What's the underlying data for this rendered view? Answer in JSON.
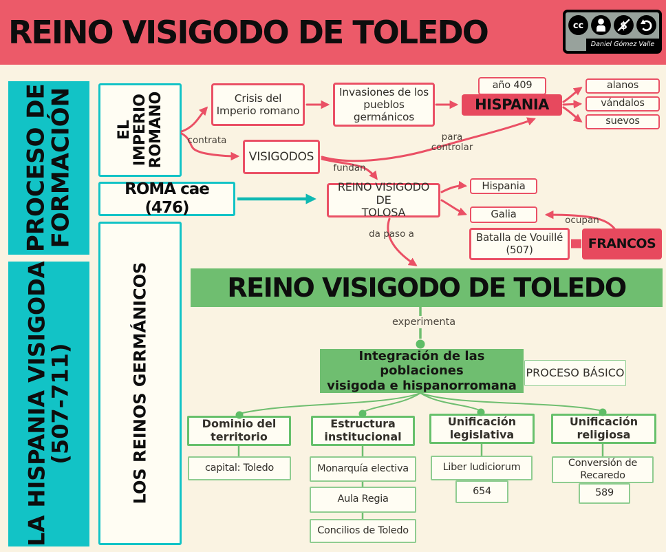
{
  "colors": {
    "header_pink": "#EC5A69",
    "accent_red": "#EA5065",
    "fill_red": "#E7495E",
    "teal": "#12C3C6",
    "teal_arrow": "#0FB8B2",
    "green": "#6FBE70",
    "green_border": "#67C06B",
    "cream_background": "#FAF3E2"
  },
  "header": {
    "title": "REINO VISIGODO DE TOLEDO",
    "credit_name": "Daniel Gómez Valle",
    "license_icons": [
      "cc",
      "by",
      "nc",
      "sa"
    ]
  },
  "sidebar": {
    "proceso": "PROCESO DE\nFORMACIÓN",
    "hispania_visigoda": "LA HISPANIA VISIGODA\n(507-711)"
  },
  "flow": {
    "imperio": "EL\nIMPERIO\nROMANO",
    "roma_cae": "ROMA cae (476)",
    "reinos_germanicos": "LOS REINOS GERMÁNICOS",
    "crisis": "Crisis del\nImperio romano",
    "invasiones": "Invasiones de los\npueblos\ngermánicos",
    "anio_409": "año 409",
    "hispania": "HISPANIA",
    "alanos": "alanos",
    "vandalos": "vándalos",
    "suevos": "suevos",
    "visigodos": "VISIGODOS",
    "tolosa": "REINO VISIGODO DE\nTOLOSA",
    "hispania_region": "Hispania",
    "galia": "Galia",
    "batalla": "Batalla de Vouillé\n(507)",
    "francos": "FRANCOS",
    "toledo_banner": "REINO VISIGODO DE TOLEDO",
    "integracion": "Integración de las poblaciones\nvisigoda e hispanorromana",
    "proceso_basico": "PROCESO BÁSICO"
  },
  "edge_labels": {
    "contrata": "contrata",
    "para_controlar": "para\ncontrolar",
    "fundan": "fundan",
    "da_paso_a": "da paso a",
    "ocupan": "ocupan",
    "experimenta": "experimenta"
  },
  "columns": [
    {
      "header": "Dominio del\nterritorio",
      "items": [
        "capital: Toledo"
      ]
    },
    {
      "header": "Estructura\ninstitucional",
      "items": [
        "Monarquía electiva",
        "Aula Regia",
        "Concilios de Toledo"
      ]
    },
    {
      "header": "Unificación\nlegislativa",
      "items": [
        "Liber Iudiciorum",
        "654"
      ]
    },
    {
      "header": "Unificación\nreligiosa",
      "items": [
        "Conversión de\nRecaredo",
        "589"
      ]
    }
  ]
}
